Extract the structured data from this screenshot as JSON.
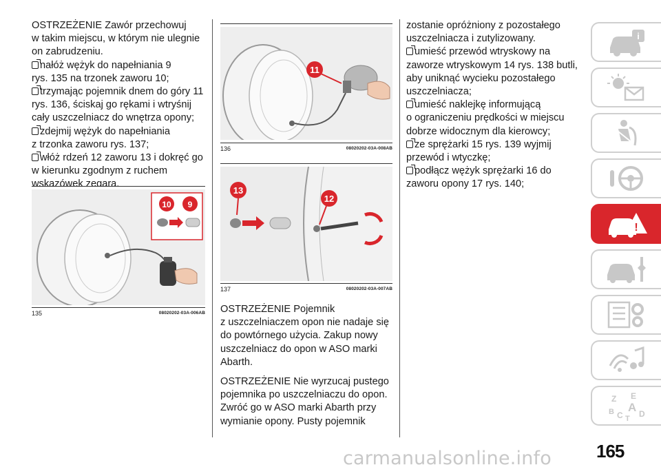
{
  "column1": {
    "paragraphs": [
      "OSTRZEŻENIE Zawór przechowuj",
      "w takim miejscu, w którym nie ulegnie",
      "on zabrudzeniu."
    ],
    "steps": [
      [
        "nałóż wężyk do napełniania 9",
        "rys. 135 na trzonek zaworu 10;"
      ],
      [
        "trzymając pojemnik dnem do góry 11",
        "rys. 136, ściskaj go rękami i wtryśnij",
        "cały uszczelniacz do wnętrza opony;"
      ],
      [
        "zdejmij wężyk do napełniania",
        "z trzonka zaworu rys. 137;"
      ],
      [
        "włóż rdzeń 12 zaworu 13 i dokręć go",
        "w kierunku zgodnym z ruchem",
        "wskazówek zegara."
      ]
    ]
  },
  "figures": {
    "fig135": {
      "number": "135",
      "code": "08020202-03A-006AB",
      "callout_a": "10",
      "callout_b": "9"
    },
    "fig136": {
      "number": "136",
      "code": "08020202-03A-008AB",
      "callout": "11"
    },
    "fig137": {
      "number": "137",
      "code": "08020202-03A-007AB",
      "callout_a": "13",
      "callout_b": "12"
    }
  },
  "column2": {
    "warning1": [
      "OSTRZEŻENIE Pojemnik",
      "z uszczelniaczem opon nie nadaje się",
      "do powtórnego użycia. Zakup nowy",
      "uszczelniacz do opon w ASO marki",
      "Abarth."
    ],
    "warning2": [
      "OSTRZEŻENIE Nie wyrzucaj pustego",
      "pojemnika po uszczelniaczu do opon.",
      "Zwróć go w ASO marki Abarth przy",
      "wymianie opony. Pusty pojemnik"
    ]
  },
  "column3": {
    "intro": [
      "zostanie opróżniony z pozostałego",
      "uszczelniacza i zutylizowany."
    ],
    "steps": [
      [
        "umieść przewód wtryskowy na",
        "zaworze wtryskowym 14 rys. 138 butli,",
        "aby uniknąć wycieku pozostałego",
        "uszczelniacza;"
      ],
      [
        "umieść naklejkę informującą",
        "o ograniczeniu prędkości w miejscu",
        "dobrze widocznym dla kierowcy;"
      ],
      [
        "ze sprężarki 15 rys. 139 wyjmij",
        "przewód i wtyczkę;"
      ],
      [
        "podłącz wężyk sprężarki 16 do",
        "zaworu opony 17 rys. 140;"
      ]
    ]
  },
  "side_tabs": [
    {
      "icon": "car-info-icon",
      "active": false
    },
    {
      "icon": "warning-lights-icon",
      "active": false
    },
    {
      "icon": "seat-safety-icon",
      "active": false
    },
    {
      "icon": "steering-wheel-icon",
      "active": false
    },
    {
      "icon": "emergency-icon",
      "active": true
    },
    {
      "icon": "car-maintenance-icon",
      "active": false
    },
    {
      "icon": "technical-data-icon",
      "active": false
    },
    {
      "icon": "multimedia-icon",
      "active": false
    },
    {
      "icon": "alphabetical-index-icon",
      "active": false
    }
  ],
  "index_letters": [
    "Z",
    "E",
    "B",
    "A",
    "C",
    "D",
    "T"
  ],
  "page_number": "165",
  "footer_watermark": "carmanualsonline.info",
  "colors": {
    "accent": "#d9262c",
    "tab_border": "#cfcfcf",
    "callout": "#d9262c"
  }
}
